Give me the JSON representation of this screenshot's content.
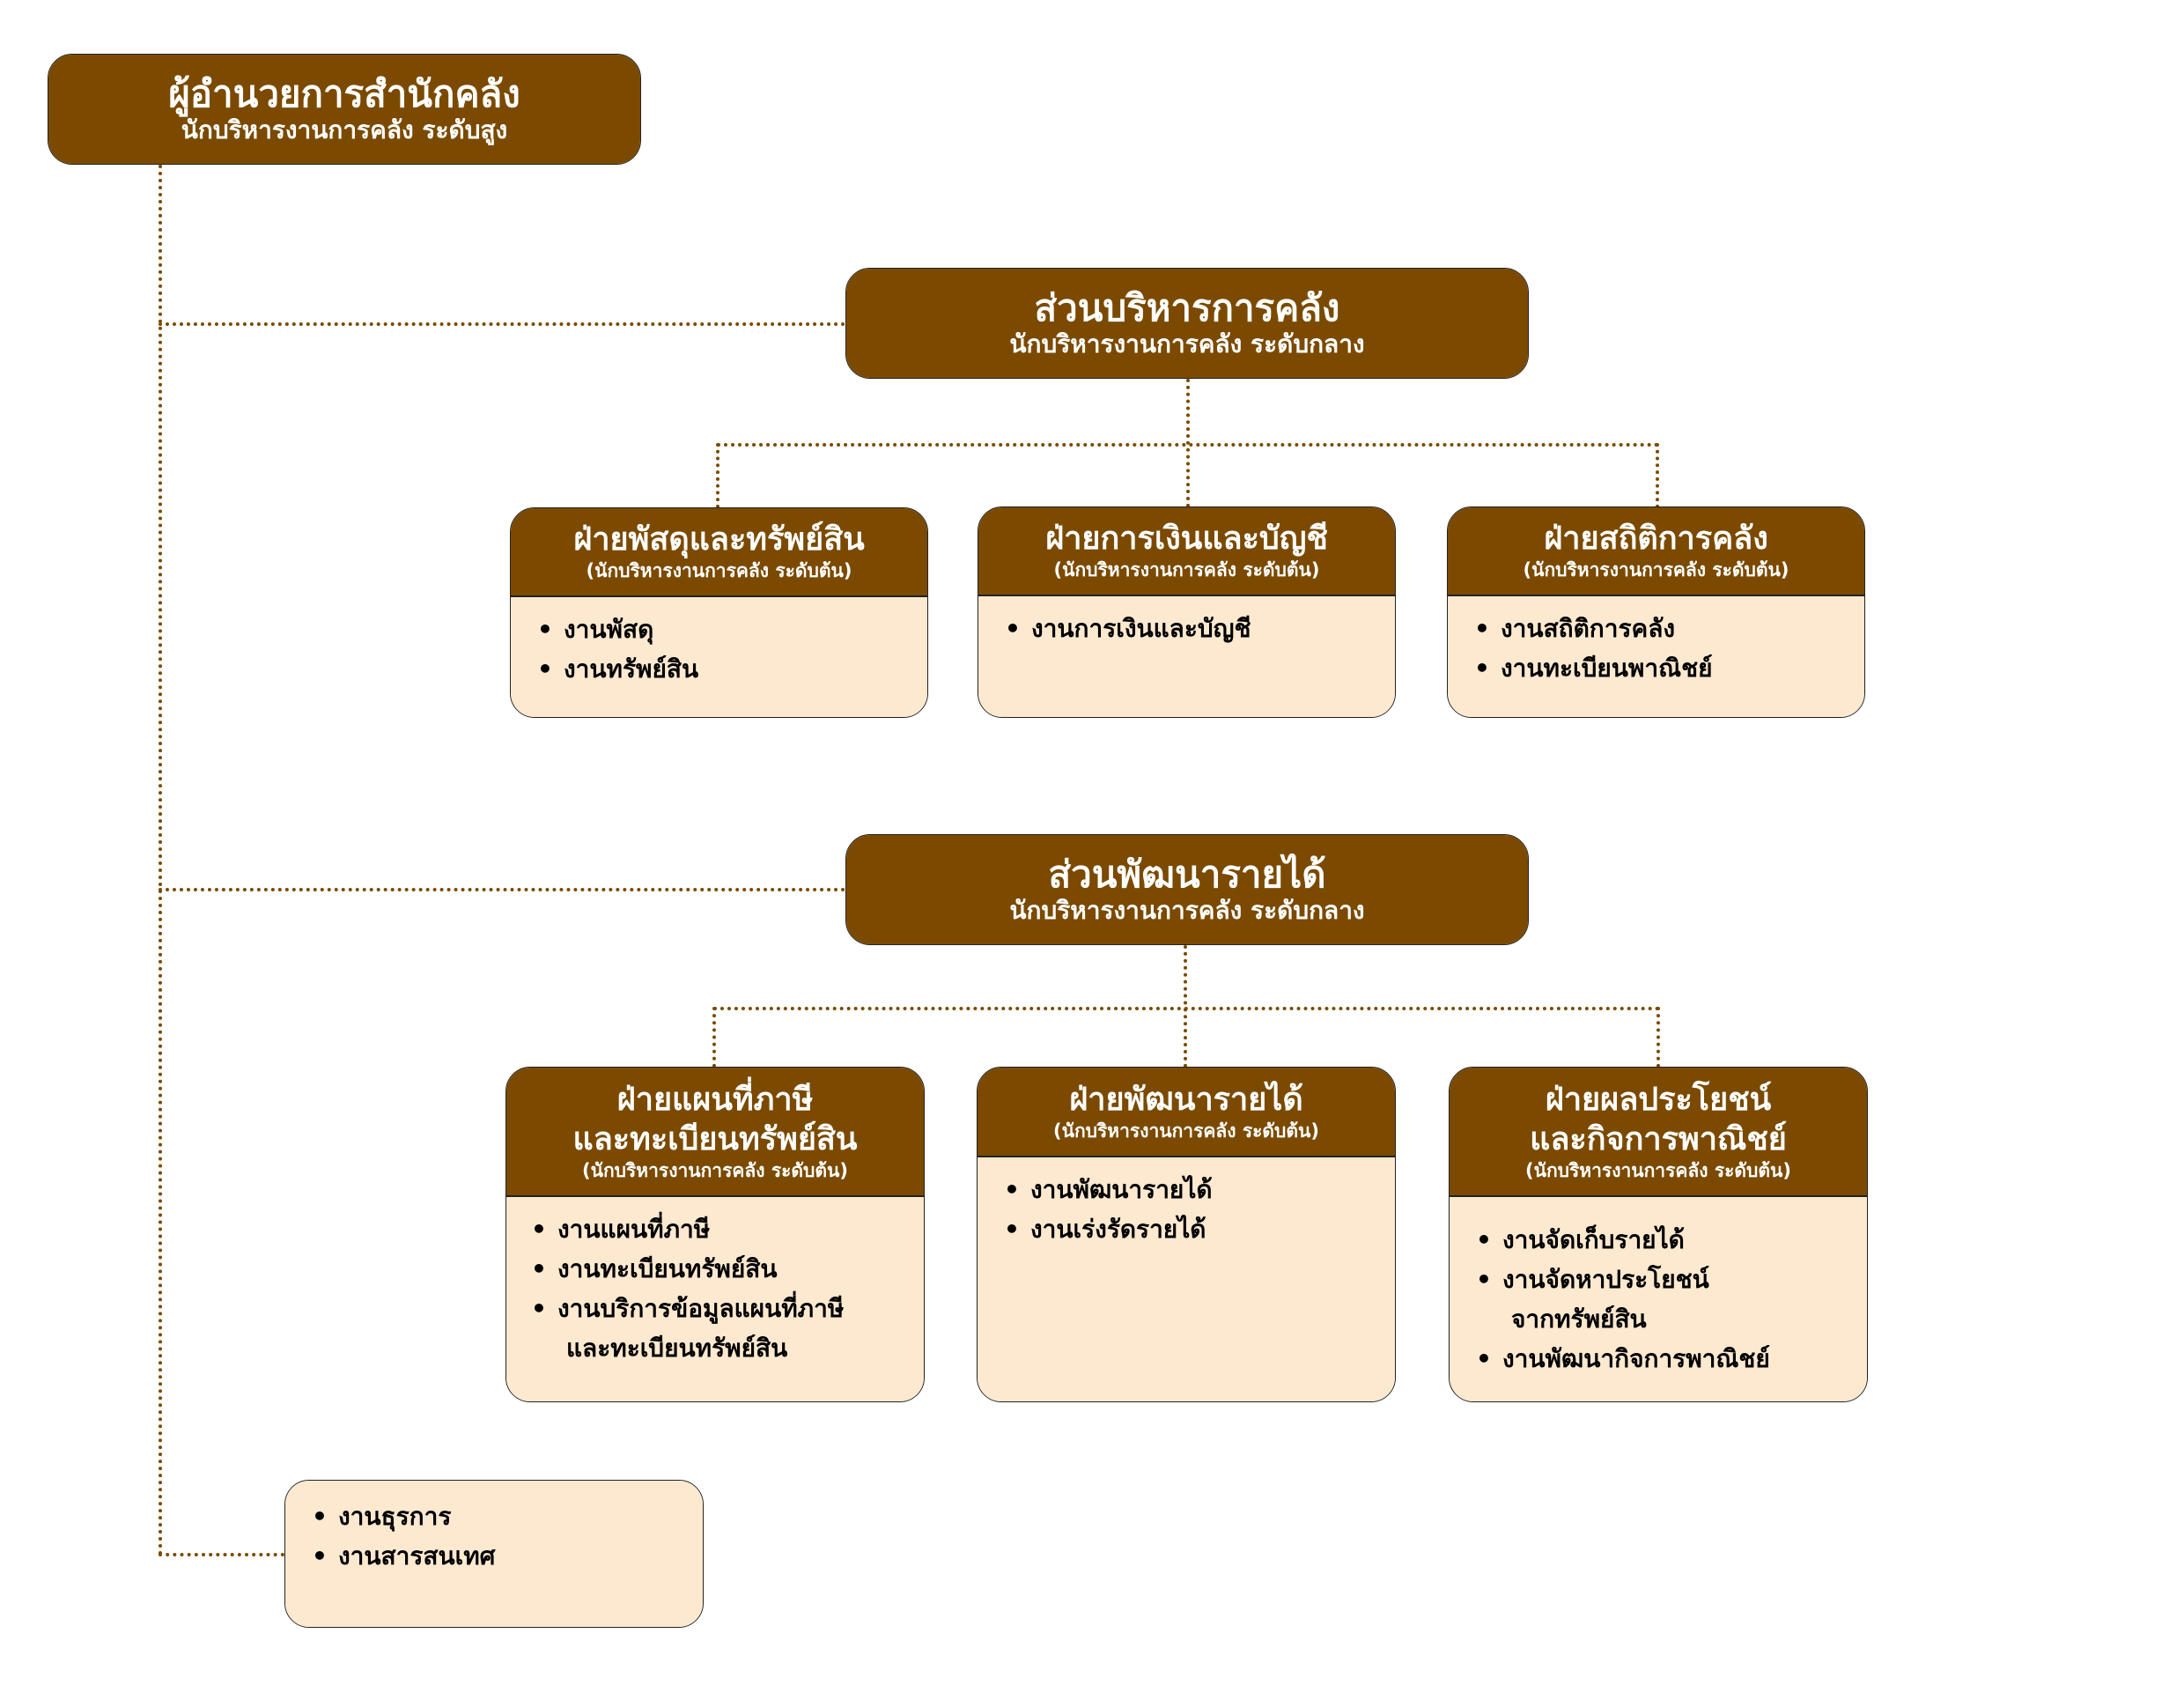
{
  "director": {
    "title": "ผู้อำนวยการสำนักคลัง",
    "subtitle": "นักบริหารงานการคลัง ระดับสูง"
  },
  "divisions": [
    {
      "title": "ส่วนบริหารการคลัง",
      "subtitle": "นักบริหารงานการคลัง ระดับกลาง",
      "sections": [
        {
          "title": "ฝ่ายพัสดุและทรัพย์สิน",
          "subtitle": "(นักบริหารงานการคลัง ระดับต้น)",
          "items": [
            "งานพัสดุ",
            "งานทรัพย์สิน"
          ]
        },
        {
          "title": "ฝ่ายการเงินและบัญชี",
          "subtitle": "(นักบริหารงานการคลัง ระดับต้น)",
          "items": [
            "งานการเงินและบัญชี"
          ]
        },
        {
          "title": "ฝ่ายสถิติการคลัง",
          "subtitle": "(นักบริหารงานการคลัง ระดับต้น)",
          "items": [
            "งานสถิติการคลัง",
            "งานทะเบียนพาณิชย์"
          ]
        }
      ]
    },
    {
      "title": "ส่วนพัฒนารายได้",
      "subtitle": "นักบริหารงานการคลัง ระดับกลาง",
      "sections": [
        {
          "title_line1": "ฝ่ายแผนที่ภาษี",
          "title_line2": "และทะเบียนทรัพย์สิน",
          "subtitle": "(นักบริหารงานการคลัง ระดับต้น)",
          "items": [
            "งานแผนที่ภาษี",
            "งานทะเบียนทรัพย์สิน",
            "งานบริการข้อมูลแผนที่ภาษี"
          ],
          "item_continuation": "และทะเบียนทรัพย์สิน"
        },
        {
          "title": "ฝ่ายพัฒนารายได้",
          "subtitle": "(นักบริหารงานการคลัง ระดับต้น)",
          "items": [
            "งานพัฒนารายได้",
            "งานเร่งรัดรายได้"
          ]
        },
        {
          "title_line1": "ฝ่ายผลประโยชน์",
          "title_line2": "และกิจการพาณิชย์",
          "subtitle": "(นักบริหารงานการคลัง ระดับต้น)",
          "items": [
            "งานจัดเก็บรายได้",
            "งานจัดหาประโยชน์",
            "งานพัฒนากิจการพาณิชย์"
          ],
          "item_continuation": "จากทรัพย์สิน"
        }
      ]
    }
  ],
  "general_unit": {
    "items": [
      "งานธุรการ",
      "งานสารสนเทศ"
    ]
  },
  "colors": {
    "header": "#7B4A00",
    "body": "#FDE9D0",
    "connector": "#7B4A00"
  }
}
